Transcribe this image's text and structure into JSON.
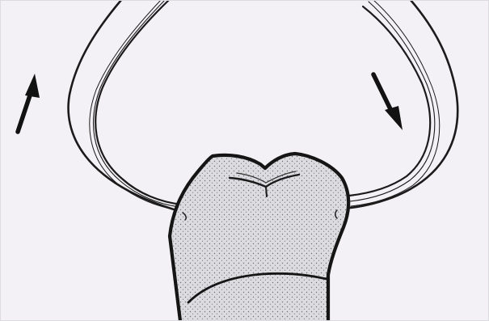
{
  "diagram": {
    "elements": [
      "tooth-crown",
      "forceps-left-beak",
      "forceps-right-beak",
      "up-arrow",
      "down-arrow"
    ],
    "motion": {
      "left-side": "up",
      "right-side": "down"
    },
    "colors": {
      "background": "#f3f1f5",
      "outline": "#1a1a1a",
      "tooth_fill": "#d9d8dc"
    }
  }
}
